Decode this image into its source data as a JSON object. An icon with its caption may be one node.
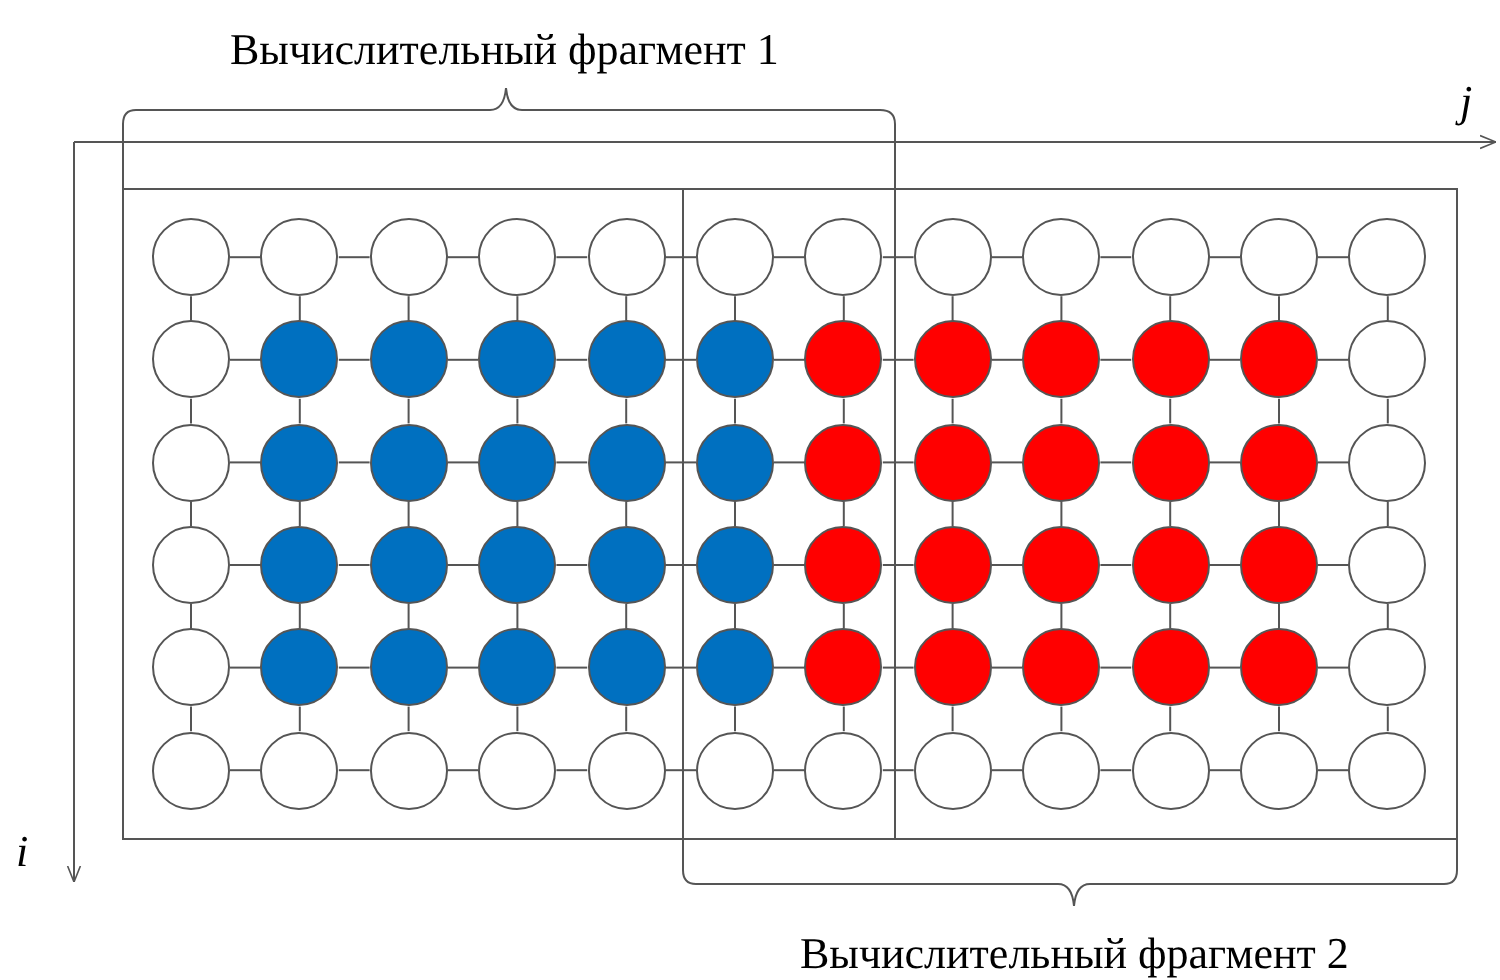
{
  "diagram": {
    "nodes": [
      {
        "text": [],
        "shape": "circle"
      },
      {
        "text": [],
        "shape": "circle"
      },
      {
        "text": [],
        "shape": "circle"
      },
      {
        "text": [],
        "shape": "circle"
      },
      {
        "text": [],
        "shape": "circle"
      },
      {
        "text": [],
        "shape": "circle"
      },
      {
        "text": [],
        "shape": "circle"
      },
      {
        "text": [],
        "shape": "circle"
      },
      {
        "text": [],
        "shape": "circle"
      },
      {
        "text": [],
        "shape": "circle"
      },
      {
        "text": [],
        "shape": "circle"
      },
      {
        "text": [],
        "shape": "circle"
      },
      {
        "text": [],
        "shape": "circle"
      },
      {
        "text": [],
        "shape": "circle"
      },
      {
        "text": [],
        "shape": "circle"
      },
      {
        "text": [],
        "shape": "circle"
      },
      {
        "text": [],
        "shape": "circle"
      },
      {
        "text": [],
        "shape": "circle"
      },
      {
        "text": [],
        "shape": "circle"
      },
      {
        "text": [],
        "shape": "circle"
      },
      {
        "text": [],
        "shape": "circle"
      },
      {
        "text": [],
        "shape": "circle"
      },
      {
        "text": [],
        "shape": "circle"
      },
      {
        "text": [],
        "shape": "circle"
      },
      {
        "text": [],
        "shape": "circle"
      },
      {
        "text": [],
        "shape": "circle"
      },
      {
        "text": [],
        "shape": "circle"
      },
      {
        "text": [],
        "shape": "circle"
      },
      {
        "text": [],
        "shape": "circle"
      },
      {
        "text": [],
        "shape": "circle"
      },
      {
        "text": [],
        "shape": "circle"
      },
      {
        "text": [],
        "shape": "circle"
      },
      {
        "text": [],
        "shape": "circle"
      },
      {
        "text": [],
        "shape": "circle"
      },
      {
        "text": [],
        "shape": "circle"
      },
      {
        "text": [],
        "shape": "circle"
      },
      {
        "text": [],
        "shape": "circle"
      },
      {
        "text": [],
        "shape": "circle"
      },
      {
        "text": [],
        "shape": "circle"
      },
      {
        "text": [],
        "shape": "circle"
      },
      {
        "text": [],
        "shape": "circle"
      },
      {
        "text": [],
        "shape": "circle"
      },
      {
        "text": [],
        "shape": "circle"
      },
      {
        "text": [],
        "shape": "circle"
      },
      {
        "text": [],
        "shape": "circle"
      },
      {
        "text": [],
        "shape": "circle"
      },
      {
        "text": [],
        "shape": "circle"
      },
      {
        "text": [],
        "shape": "circle"
      },
      {
        "text": [],
        "shape": "circle"
      },
      {
        "text": [],
        "shape": "circle"
      },
      {
        "text": [],
        "shape": "circle"
      },
      {
        "text": [],
        "shape": "circle"
      },
      {
        "text": [],
        "shape": "circle"
      },
      {
        "text": [],
        "shape": "circle"
      },
      {
        "text": [],
        "shape": "circle"
      },
      {
        "text": [],
        "shape": "circle"
      },
      {
        "text": [],
        "shape": "circle"
      },
      {
        "text": [],
        "shape": "circle"
      },
      {
        "text": [],
        "shape": "circle"
      },
      {
        "text": [],
        "shape": "circle"
      },
      {
        "text": [],
        "shape": "circle"
      },
      {
        "text": [],
        "shape": "circle"
      },
      {
        "text": [],
        "shape": "circle"
      },
      {
        "text": [],
        "shape": "circle"
      },
      {
        "text": [],
        "shape": "circle"
      },
      {
        "text": [],
        "shape": "circle"
      },
      {
        "text": [],
        "shape": "circle"
      },
      {
        "text": [],
        "shape": "circle"
      },
      {
        "text": [],
        "shape": "circle"
      },
      {
        "text": [],
        "shape": "circle"
      },
      {
        "text": [],
        "shape": "circle"
      },
      {
        "text": [],
        "shape": "circle"
      }
    ],
    "edges": [
      {
        "from": 0,
        "to": 1,
        "arrow": "none"
      },
      {
        "from": 1,
        "to": 2,
        "arrow": "none"
      },
      {
        "from": 2,
        "to": 3,
        "arrow": "none"
      },
      {
        "from": 3,
        "to": 4,
        "arrow": "none"
      },
      {
        "from": 4,
        "to": 5,
        "arrow": "none"
      },
      {
        "from": 5,
        "to": 6,
        "arrow": "none"
      },
      {
        "from": 6,
        "to": 7,
        "arrow": "none"
      },
      {
        "from": 7,
        "to": 8,
        "arrow": "none"
      },
      {
        "from": 8,
        "to": 9,
        "arrow": "none"
      },
      {
        "from": 9,
        "to": 10,
        "arrow": "none"
      },
      {
        "from": 10,
        "to": 11,
        "arrow": "none"
      },
      {
        "from": 12,
        "to": 13,
        "arrow": "none"
      },
      {
        "from": 13,
        "to": 14,
        "arrow": "none"
      },
      {
        "from": 14,
        "to": 15,
        "arrow": "none"
      },
      {
        "from": 15,
        "to": 16,
        "arrow": "none"
      },
      {
        "from": 16,
        "to": 17,
        "arrow": "none"
      },
      {
        "from": 17,
        "to": 18,
        "arrow": "none"
      },
      {
        "from": 18,
        "to": 19,
        "arrow": "none"
      },
      {
        "from": 19,
        "to": 20,
        "arrow": "none"
      },
      {
        "from": 20,
        "to": 21,
        "arrow": "none"
      },
      {
        "from": 21,
        "to": 22,
        "arrow": "none"
      },
      {
        "from": 22,
        "to": 23,
        "arrow": "none"
      },
      {
        "from": 24,
        "to": 25,
        "arrow": "none"
      },
      {
        "from": 25,
        "to": 26,
        "arrow": "none"
      },
      {
        "from": 26,
        "to": 27,
        "arrow": "none"
      },
      {
        "from": 27,
        "to": 28,
        "arrow": "none"
      },
      {
        "from": 28,
        "to": 29,
        "arrow": "none"
      },
      {
        "from": 29,
        "to": 30,
        "arrow": "none"
      },
      {
        "from": 30,
        "to": 31,
        "arrow": "none"
      },
      {
        "from": 31,
        "to": 32,
        "arrow": "none"
      },
      {
        "from": 32,
        "to": 33,
        "arrow": "none"
      },
      {
        "from": 33,
        "to": 34,
        "arrow": "none"
      },
      {
        "from": 34,
        "to": 35,
        "arrow": "none"
      },
      {
        "from": 36,
        "to": 37,
        "arrow": "none"
      },
      {
        "from": 37,
        "to": 38,
        "arrow": "none"
      },
      {
        "from": 38,
        "to": 39,
        "arrow": "none"
      },
      {
        "from": 39,
        "to": 40,
        "arrow": "none"
      },
      {
        "from": 40,
        "to": 41,
        "arrow": "none"
      },
      {
        "from": 41,
        "to": 42,
        "arrow": "none"
      },
      {
        "from": 42,
        "to": 43,
        "arrow": "none"
      },
      {
        "from": 43,
        "to": 44,
        "arrow": "none"
      },
      {
        "from": 44,
        "to": 45,
        "arrow": "none"
      },
      {
        "from": 45,
        "to": 46,
        "arrow": "none"
      },
      {
        "from": 46,
        "to": 47,
        "arrow": "none"
      },
      {
        "from": 48,
        "to": 49,
        "arrow": "none"
      },
      {
        "from": 49,
        "to": 50,
        "arrow": "none"
      },
      {
        "from": 50,
        "to": 51,
        "arrow": "none"
      },
      {
        "from": 51,
        "to": 52,
        "arrow": "none"
      },
      {
        "from": 52,
        "to": 53,
        "arrow": "none"
      },
      {
        "from": 53,
        "to": 54,
        "arrow": "none"
      },
      {
        "from": 54,
        "to": 55,
        "arrow": "none"
      },
      {
        "from": 55,
        "to": 56,
        "arrow": "none"
      },
      {
        "from": 56,
        "to": 57,
        "arrow": "none"
      },
      {
        "from": 57,
        "to": 58,
        "arrow": "none"
      },
      {
        "from": 58,
        "to": 59,
        "arrow": "none"
      },
      {
        "from": 60,
        "to": 61,
        "arrow": "none"
      },
      {
        "from": 61,
        "to": 62,
        "arrow": "none"
      },
      {
        "from": 62,
        "to": 63,
        "arrow": "none"
      },
      {
        "from": 63,
        "to": 64,
        "arrow": "none"
      },
      {
        "from": 64,
        "to": 65,
        "arrow": "none"
      },
      {
        "from": 65,
        "to": 66,
        "arrow": "none"
      },
      {
        "from": 66,
        "to": 67,
        "arrow": "none"
      },
      {
        "from": 67,
        "to": 68,
        "arrow": "none"
      },
      {
        "from": 68,
        "to": 69,
        "arrow": "none"
      },
      {
        "from": 69,
        "to": 70,
        "arrow": "none"
      },
      {
        "from": 70,
        "to": 71,
        "arrow": "none"
      },
      {
        "from": 0,
        "to": 12,
        "arrow": "none"
      },
      {
        "from": 1,
        "to": 13,
        "arrow": "none"
      },
      {
        "from": 2,
        "to": 14,
        "arrow": "none"
      },
      {
        "from": 3,
        "to": 15,
        "arrow": "none"
      },
      {
        "from": 4,
        "to": 16,
        "arrow": "none"
      },
      {
        "from": 5,
        "to": 17,
        "arrow": "none"
      },
      {
        "from": 6,
        "to": 18,
        "arrow": "none"
      },
      {
        "from": 7,
        "to": 19,
        "arrow": "none"
      },
      {
        "from": 8,
        "to": 20,
        "arrow": "none"
      },
      {
        "from": 9,
        "to": 21,
        "arrow": "none"
      },
      {
        "from": 10,
        "to": 22,
        "arrow": "none"
      },
      {
        "from": 11,
        "to": 23,
        "arrow": "none"
      },
      {
        "from": 12,
        "to": 24,
        "arrow": "none"
      },
      {
        "from": 13,
        "to": 25,
        "arrow": "none"
      },
      {
        "from": 14,
        "to": 26,
        "arrow": "none"
      },
      {
        "from": 15,
        "to": 27,
        "arrow": "none"
      },
      {
        "from": 16,
        "to": 28,
        "arrow": "none"
      },
      {
        "from": 17,
        "to": 29,
        "arrow": "none"
      },
      {
        "from": 18,
        "to": 30,
        "arrow": "none"
      },
      {
        "from": 19,
        "to": 31,
        "arrow": "none"
      },
      {
        "from": 20,
        "to": 32,
        "arrow": "none"
      },
      {
        "from": 21,
        "to": 33,
        "arrow": "none"
      },
      {
        "from": 22,
        "to": 34,
        "arrow": "none"
      },
      {
        "from": 23,
        "to": 35,
        "arrow": "none"
      },
      {
        "from": 24,
        "to": 36,
        "arrow": "none"
      },
      {
        "from": 25,
        "to": 37,
        "arrow": "none"
      },
      {
        "from": 26,
        "to": 38,
        "arrow": "none"
      },
      {
        "from": 27,
        "to": 39,
        "arrow": "none"
      },
      {
        "from": 28,
        "to": 40,
        "arrow": "none"
      },
      {
        "from": 29,
        "to": 41,
        "arrow": "none"
      },
      {
        "from": 30,
        "to": 42,
        "arrow": "none"
      },
      {
        "from": 31,
        "to": 43,
        "arrow": "none"
      },
      {
        "from": 32,
        "to": 44,
        "arrow": "none"
      },
      {
        "from": 33,
        "to": 45,
        "arrow": "none"
      },
      {
        "from": 34,
        "to": 46,
        "arrow": "none"
      },
      {
        "from": 35,
        "to": 47,
        "arrow": "none"
      },
      {
        "from": 36,
        "to": 48,
        "arrow": "none"
      },
      {
        "from": 37,
        "to": 49,
        "arrow": "none"
      },
      {
        "from": 38,
        "to": 50,
        "arrow": "none"
      },
      {
        "from": 39,
        "to": 51,
        "arrow": "none"
      },
      {
        "from": 40,
        "to": 52,
        "arrow": "none"
      },
      {
        "from": 41,
        "to": 53,
        "arrow": "none"
      },
      {
        "from": 42,
        "to": 54,
        "arrow": "none"
      },
      {
        "from": 43,
        "to": 55,
        "arrow": "none"
      },
      {
        "from": 44,
        "to": 56,
        "arrow": "none"
      },
      {
        "from": 45,
        "to": 57,
        "arrow": "none"
      },
      {
        "from": 46,
        "to": 58,
        "arrow": "none"
      },
      {
        "from": 47,
        "to": 59,
        "arrow": "none"
      },
      {
        "from": 48,
        "to": 60,
        "arrow": "none"
      },
      {
        "from": 49,
        "to": 61,
        "arrow": "none"
      },
      {
        "from": 50,
        "to": 62,
        "arrow": "none"
      },
      {
        "from": 51,
        "to": 63,
        "arrow": "none"
      },
      {
        "from": 52,
        "to": 64,
        "arrow": "none"
      },
      {
        "from": 53,
        "to": 65,
        "arrow": "none"
      },
      {
        "from": 54,
        "to": 66,
        "arrow": "none"
      },
      {
        "from": 55,
        "to": 67,
        "arrow": "none"
      },
      {
        "from": 56,
        "to": 68,
        "arrow": "none"
      },
      {
        "from": 57,
        "to": 69,
        "arrow": "none"
      },
      {
        "from": 58,
        "to": 70,
        "arrow": "none"
      },
      {
        "from": 59,
        "to": 71,
        "arrow": "none"
      }
    ],
    "labels": [
      "Вычислительный фрагмент 1",
      "j",
      "i",
      "Вычислительный фрагмент 2"
    ]
  }
}
